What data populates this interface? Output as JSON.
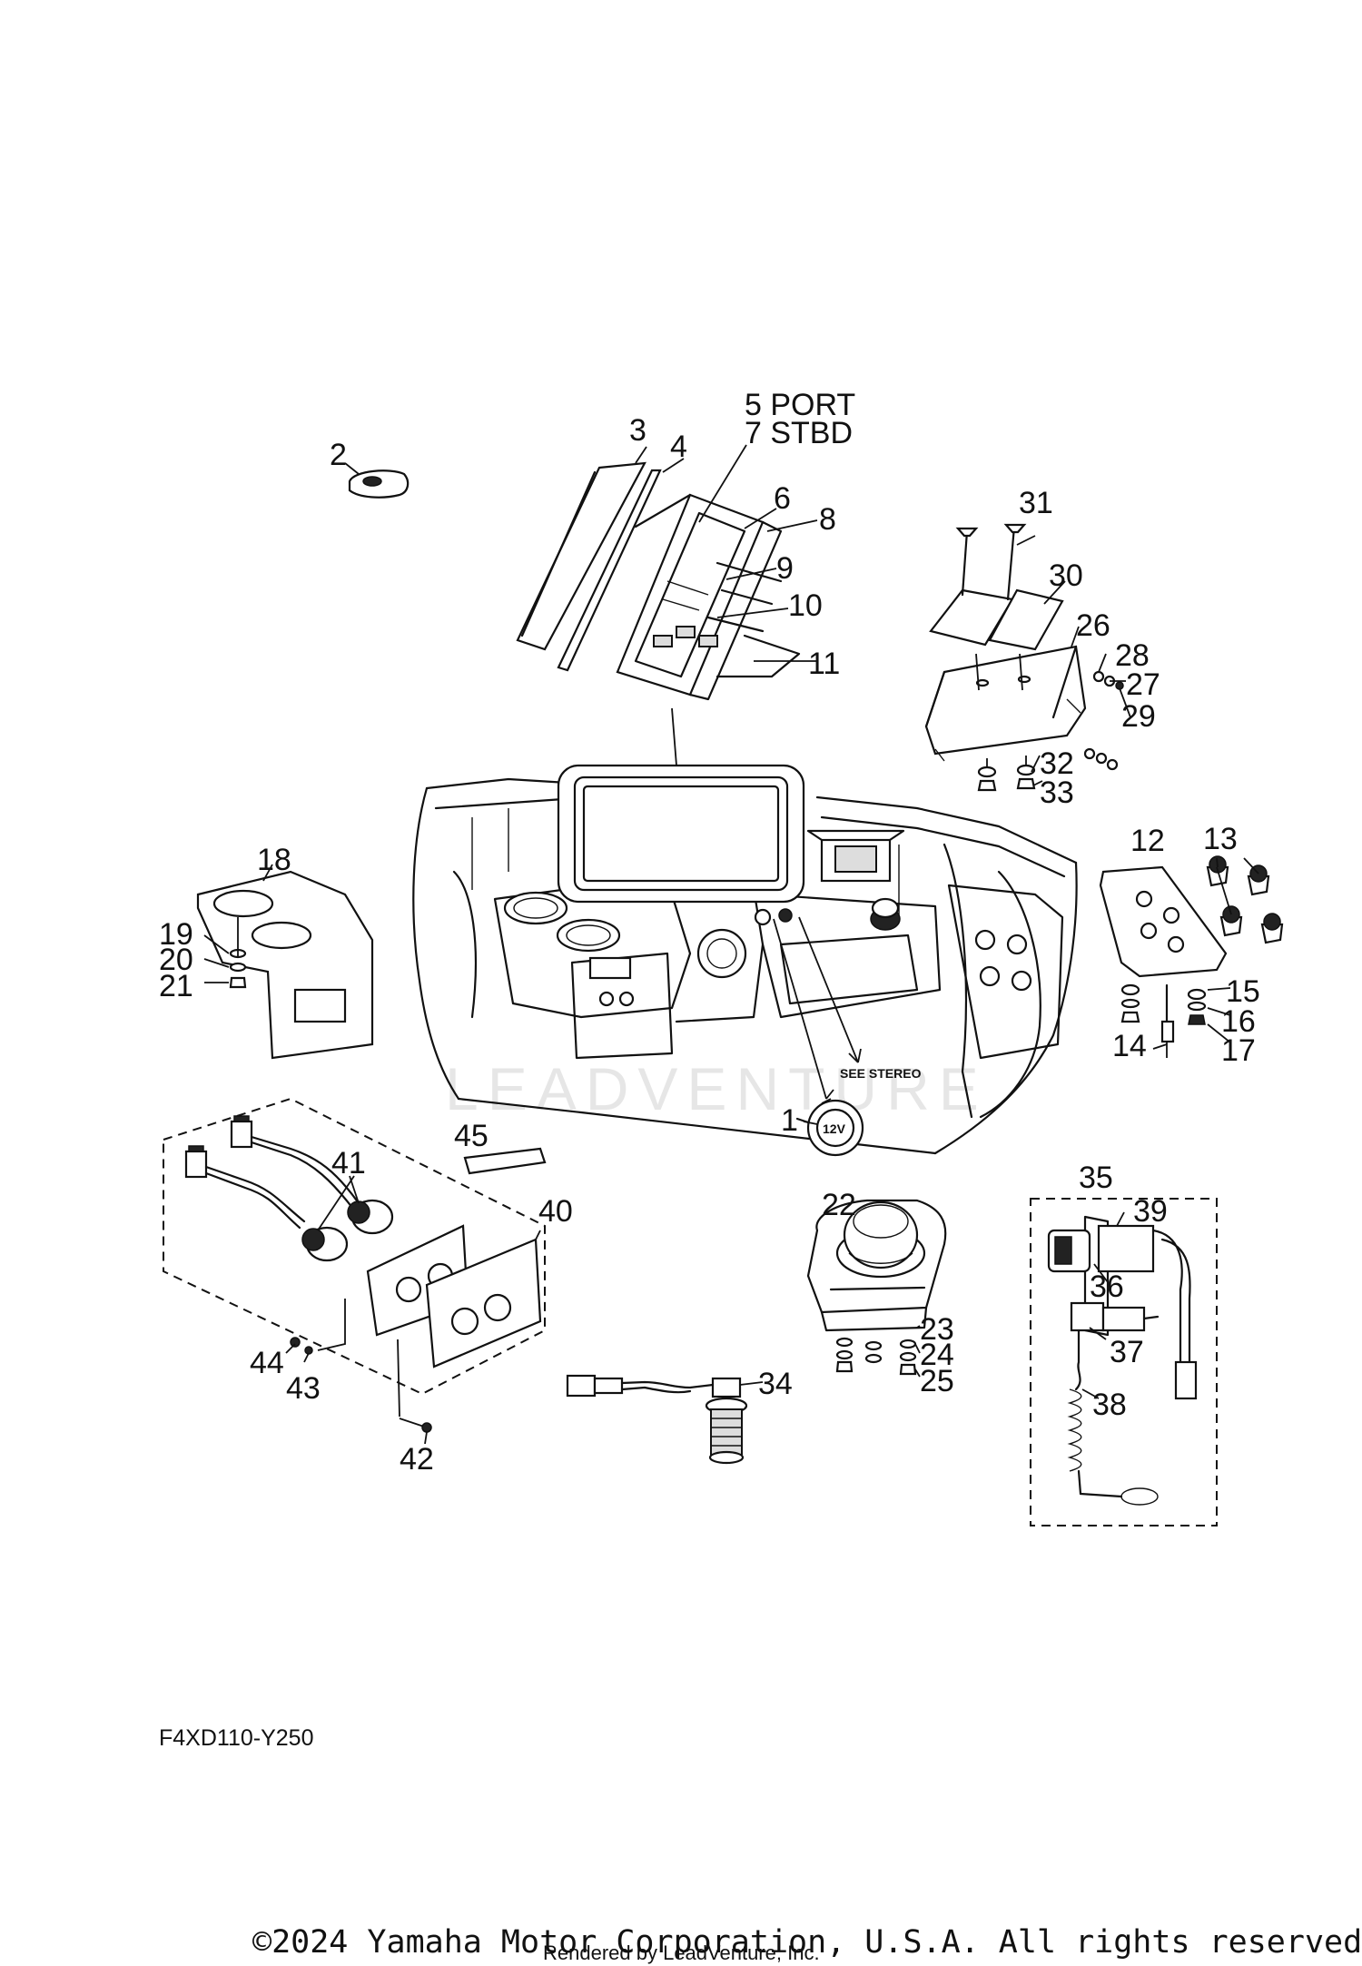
{
  "callouts": {
    "c1": "1",
    "c2": "2",
    "c3": "3",
    "c4": "4",
    "c5": "5 PORT",
    "c7": "7 STBD",
    "c6": "6",
    "c8": "8",
    "c9": "9",
    "c10": "10",
    "c11": "11",
    "c12": "12",
    "c13": "13",
    "c14": "14",
    "c15": "15",
    "c16": "16",
    "c17": "17",
    "c18": "18",
    "c19": "19",
    "c20": "20",
    "c21": "21",
    "c22": "22",
    "c23": "23",
    "c24": "24",
    "c25": "25",
    "c26": "26",
    "c27": "27",
    "c28": "28",
    "c29": "29",
    "c30": "30",
    "c31": "31",
    "c32": "32",
    "c33": "33",
    "c34": "34",
    "c35": "35",
    "c36": "36",
    "c37": "37",
    "c38": "38",
    "c39": "39",
    "c40": "40",
    "c41": "41",
    "c42": "42",
    "c43": "43",
    "c44": "44",
    "c45": "45"
  },
  "see_stereo": "SEE STEREO",
  "socket_label": "12V",
  "diagram_code": "F4XD110-Y250",
  "watermark": "LEADVENTURE",
  "copyright": "©2024 Yamaha Motor Corporation, U.S.A. All rights reserved.",
  "rendered_by": "Rendered by LeadVenture, Inc."
}
